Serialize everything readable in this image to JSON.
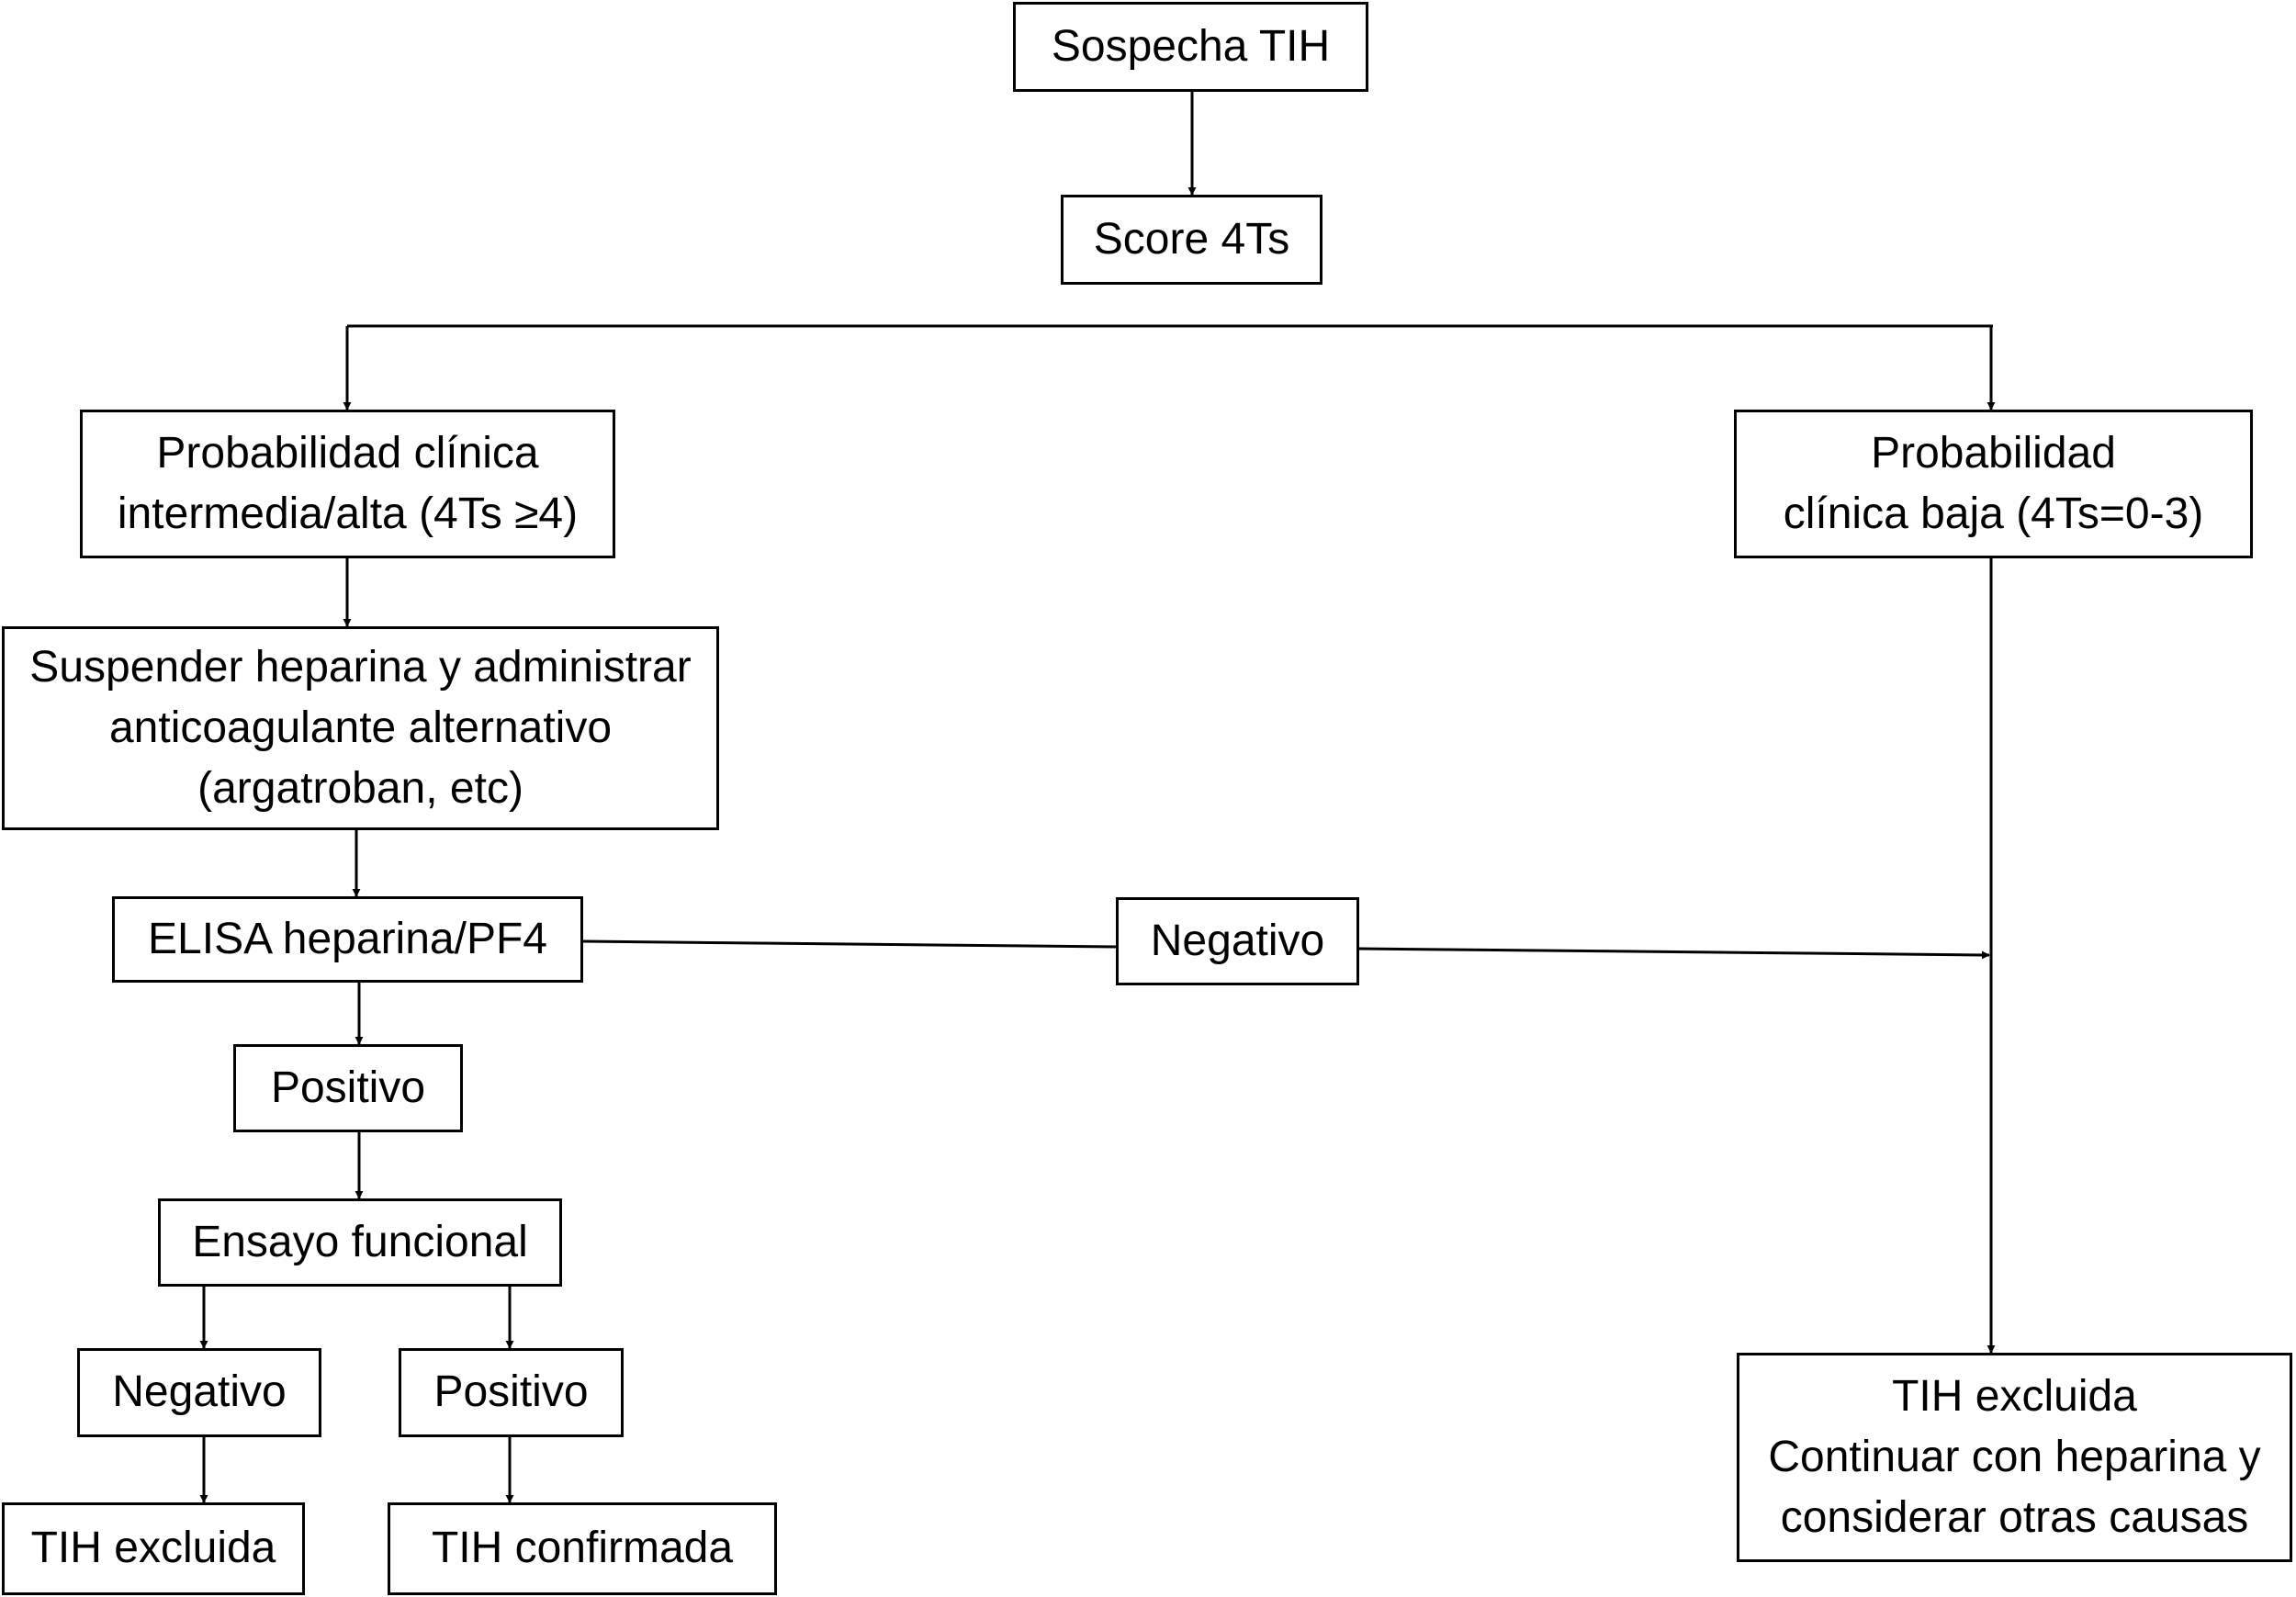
{
  "flowchart": {
    "start": "Sospecha TIH",
    "score": "Score 4Ts",
    "high_probability": [
      "Probabilidad clínica",
      "intermedia/alta (4Ts ≥4)"
    ],
    "low_probability": [
      "Probabilidad",
      "clínica baja (4Ts=0-3)"
    ],
    "stop_heparin": [
      "Suspender heparina y administrar",
      "anticoagulante alternativo",
      "(argatroban, etc)"
    ],
    "elisa": "ELISA heparina/PF4",
    "elisa_negative": "Negativo",
    "elisa_positive": "Positivo",
    "functional_assay": "Ensayo funcional",
    "assay_negative": "Negativo",
    "assay_positive": "Positivo",
    "excluded_left": "TIH excluida",
    "confirmed": "TIH confirmada",
    "excluded_right": [
      "TIH excluida",
      "Continuar con heparina y",
      "considerar otras causas"
    ]
  }
}
